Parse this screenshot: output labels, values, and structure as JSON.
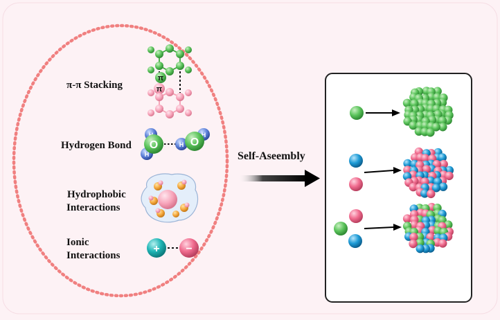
{
  "interactions": {
    "pi_stacking": "π-π Stacking",
    "pi_symbol": "π",
    "hydrogen_bond": "Hydrogen Bond",
    "hydrogen_symbol": "H",
    "oxygen_symbol": "O",
    "hydrophobic_line1": "Hydrophobic",
    "hydrophobic_line2": "Interactions",
    "ionic_line1": "Ionic",
    "ionic_line2": "Interactions",
    "plus_sign": "+",
    "minus_sign": "−"
  },
  "process_label": "Self-Aseembly",
  "colors": {
    "background": "#fdf2f5",
    "dotted_border": "#f08080",
    "green": "#5cc45c",
    "pink": "#f06b8e",
    "blue": "#1e9bd6",
    "panel_border": "#222222"
  },
  "icons": [
    "green-sphere-icon",
    "blue-sphere-icon",
    "pink-sphere-icon",
    "nanoparticle-icon",
    "arrow-icon"
  ]
}
